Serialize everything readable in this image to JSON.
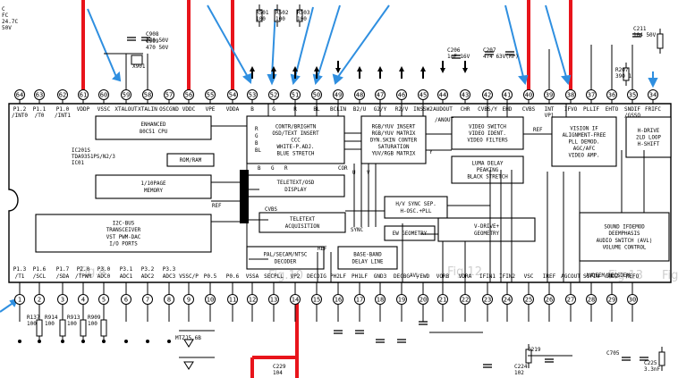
{
  "chip": {
    "name_lines": [
      "IC201S",
      "TDA9351PS/N2/3",
      "IC01"
    ]
  },
  "top_pins": [
    {
      "num": "64",
      "label": "P1.2 /INT0"
    },
    {
      "num": "63",
      "label": "P1.1 /T0"
    },
    {
      "num": "62",
      "label": "P1.0 /INT1"
    },
    {
      "num": "61",
      "label": "VDDP"
    },
    {
      "num": "60",
      "label": "VSSC"
    },
    {
      "num": "59",
      "label": "XTALOUT"
    },
    {
      "num": "58",
      "label": "XTALIN"
    },
    {
      "num": "57",
      "label": "OSCGND"
    },
    {
      "num": "56",
      "label": "VDDC"
    },
    {
      "num": "55",
      "label": "VPE"
    },
    {
      "num": "54",
      "label": "VDDA"
    },
    {
      "num": "53",
      "label": "B"
    },
    {
      "num": "52",
      "label": "G"
    },
    {
      "num": "51",
      "label": "R"
    },
    {
      "num": "50",
      "label": "BL"
    },
    {
      "num": "49",
      "label": "BCLIN"
    },
    {
      "num": "48",
      "label": "B2/U"
    },
    {
      "num": "47",
      "label": "G2/Y"
    },
    {
      "num": "46",
      "label": "R2/V"
    },
    {
      "num": "45",
      "label": "INSSW2"
    },
    {
      "num": "44",
      "label": "AUDOUT"
    },
    {
      "num": "43",
      "label": "CHR"
    },
    {
      "num": "42",
      "label": "CVBS/Y"
    },
    {
      "num": "41",
      "label": "EHD"
    },
    {
      "num": "40",
      "label": "CVBS"
    },
    {
      "num": "39",
      "label": "INT VP1"
    },
    {
      "num": "38",
      "label": "IFVO"
    },
    {
      "num": "37",
      "label": "PLLIF"
    },
    {
      "num": "36",
      "label": "EHTO"
    },
    {
      "num": "35",
      "label": "SNDIF /GSSO"
    },
    {
      "num": "34",
      "label": "FRIFC"
    }
  ],
  "bottom_pins": [
    {
      "num": "1",
      "label": "P1.3 /T1"
    },
    {
      "num": "2",
      "label": "P1.6 /SCL"
    },
    {
      "num": "3",
      "label": "P1.7 /SDA"
    },
    {
      "num": "4",
      "label": "P2.0 /TPWM"
    },
    {
      "num": "5",
      "label": "P3.0 ADC0"
    },
    {
      "num": "6",
      "label": "P3.1 ADC1"
    },
    {
      "num": "7",
      "label": "P3.2 ADC2"
    },
    {
      "num": "8",
      "label": "P3.3 ADC3"
    },
    {
      "num": "9",
      "label": "VSSC/P"
    },
    {
      "num": "10",
      "label": "P0.5"
    },
    {
      "num": "11",
      "label": "P0.6"
    },
    {
      "num": "12",
      "label": "VSSA"
    },
    {
      "num": "13",
      "label": "SECPLL"
    },
    {
      "num": "14",
      "label": "VP2"
    },
    {
      "num": "15",
      "label": "DECDIG"
    },
    {
      "num": "16",
      "label": "PH2LF"
    },
    {
      "num": "17",
      "label": "PH1LF"
    },
    {
      "num": "18",
      "label": "GND3"
    },
    {
      "num": "19",
      "label": "DECBG"
    },
    {
      "num": "20",
      "label": "/EWD"
    },
    {
      "num": "21",
      "label": "VORB"
    },
    {
      "num": "22",
      "label": "VDRA"
    },
    {
      "num": "23",
      "label": "IFIN1"
    },
    {
      "num": "24",
      "label": "IFIN2"
    },
    {
      "num": "25",
      "label": "VSC"
    },
    {
      "num": "26",
      "label": "IREF"
    },
    {
      "num": "27",
      "label": "AGCOUT"
    },
    {
      "num": "28",
      "label": "SIFIN"
    },
    {
      "num": "29",
      "label": "GND2"
    },
    {
      "num": "30",
      "label": "REFO"
    }
  ],
  "blocks": [
    {
      "id": "cpu",
      "lines": [
        "ENHANCED",
        "80C51 CPU"
      ]
    },
    {
      "id": "romram",
      "lines": [
        "ROM/RAM"
      ]
    },
    {
      "id": "memory",
      "lines": [
        "1/10PAGE",
        "MEMORY"
      ]
    },
    {
      "id": "i2c",
      "lines": [
        "I2C-BUS",
        "TRANSCEIVER",
        "VST PWM-DAC",
        "I/O PORTS"
      ]
    },
    {
      "id": "osd",
      "lines": [
        "CONTR/BRIGHTN",
        "OSD/TEXT INSERT",
        "CCC",
        "WHITE-P.ADJ.",
        "BLUE STRETCH"
      ]
    },
    {
      "id": "rgbyuv",
      "lines": [
        "RGB/YUV INSERT",
        "RGB/YUV MATRIX",
        "DYN.SKIN CONTER",
        "SATURATION",
        "YUV/RGB MATRIX"
      ]
    },
    {
      "id": "vswitch",
      "lines": [
        "VIDEO SWITCH",
        "VIDEO IDENT.",
        "VIDEO FILTERS"
      ]
    },
    {
      "id": "lumadelay",
      "lines": [
        "LUMA DELAY",
        "PEAKING",
        "BLACK STRETCH"
      ]
    },
    {
      "id": "visionif",
      "lines": [
        "VISION IF",
        "ALIGNMENT-FREE",
        "PLL DEMOD.",
        "AGC/AFC",
        "VIDEO AMP."
      ]
    },
    {
      "id": "hdrive",
      "lines": [
        "H-DRIVE",
        "2LD LOOP",
        "H-SHIFT"
      ]
    },
    {
      "id": "ttosd",
      "lines": [
        "TELETEXT/OSD",
        "DISPLAY"
      ]
    },
    {
      "id": "ttacq",
      "lines": [
        "TELETEXT",
        "ACQUISITION"
      ]
    },
    {
      "id": "hvsync",
      "lines": [
        "H/V SYNC SEP.",
        "H-OSC.+PLL"
      ]
    },
    {
      "id": "vdrive",
      "lines": [
        "V-DRIVE+",
        "GEOMETRY"
      ]
    },
    {
      "id": "ewgeo",
      "lines": [
        "EW GEOMETRY"
      ]
    },
    {
      "id": "palsecam",
      "lines": [
        "PAL/SECAM/NTSC",
        "DECODER"
      ]
    },
    {
      "id": "baseband",
      "lines": [
        "BASE-BAND",
        "DELAY LINE"
      ]
    },
    {
      "id": "sound",
      "lines": [
        "SOUND IFDEMOD",
        "DEEMPHASIS",
        "AUDIO SWITCH (AVL)",
        "VOLUME CONTROL"
      ]
    }
  ],
  "signals": {
    "rgb_in": [
      "R",
      "G",
      "B",
      "BL"
    ],
    "rgb_out": [
      "B",
      "G",
      "R"
    ],
    "ref": "REF",
    "cvbs": "CVBS",
    "sync": "SYNC",
    "y": "Y",
    "u": "U",
    "v": "V",
    "cor": "COR",
    "avl": "AVL",
    "audeem": "AUDEEM/DECSDEM",
    "anout": "/ANOUT"
  },
  "components": [
    {
      "ref": "C908",
      "val": "270 50V"
    },
    {
      "ref": "C909",
      "val": "470 50V"
    },
    {
      "ref": "X901",
      "val": ""
    },
    {
      "ref": "R501",
      "val": "100"
    },
    {
      "ref": "R502",
      "val": "100"
    },
    {
      "ref": "R503",
      "val": "100"
    },
    {
      "ref": "C207",
      "val": "474 63V(MP)"
    },
    {
      "ref": "C206",
      "val": "1uF 16V"
    },
    {
      "ref": "C211",
      "val": "104 50V"
    },
    {
      "ref": "R207",
      "val": "390 1"
    },
    {
      "ref": "R137",
      "val": "100"
    },
    {
      "ref": "R914",
      "val": "100"
    },
    {
      "ref": "R913",
      "val": "100"
    },
    {
      "ref": "R909",
      "val": "100"
    },
    {
      "ref": "C229",
      "val": "104"
    },
    {
      "ref": "C224",
      "val": "102"
    },
    {
      "ref": "C225",
      "val": "3.3nF"
    },
    {
      "ref": "C705",
      "val": ""
    },
    {
      "ref": "C219",
      "val": ""
    },
    {
      "ref": "MTZJ5.6B",
      "val": ""
    }
  ],
  "left_top": [
    "C",
    "FC",
    "24.7C",
    "50V"
  ],
  "colors": {
    "wire": "#000000",
    "highlight_red": "#e8141b",
    "highlight_blue": "#2f8fe0",
    "watermark": "#cfcfcf"
  },
  "watermarks": [
    "Fig.4",
    "Fig.10",
    "Fig.12",
    "Fig.13",
    "Fig"
  ]
}
